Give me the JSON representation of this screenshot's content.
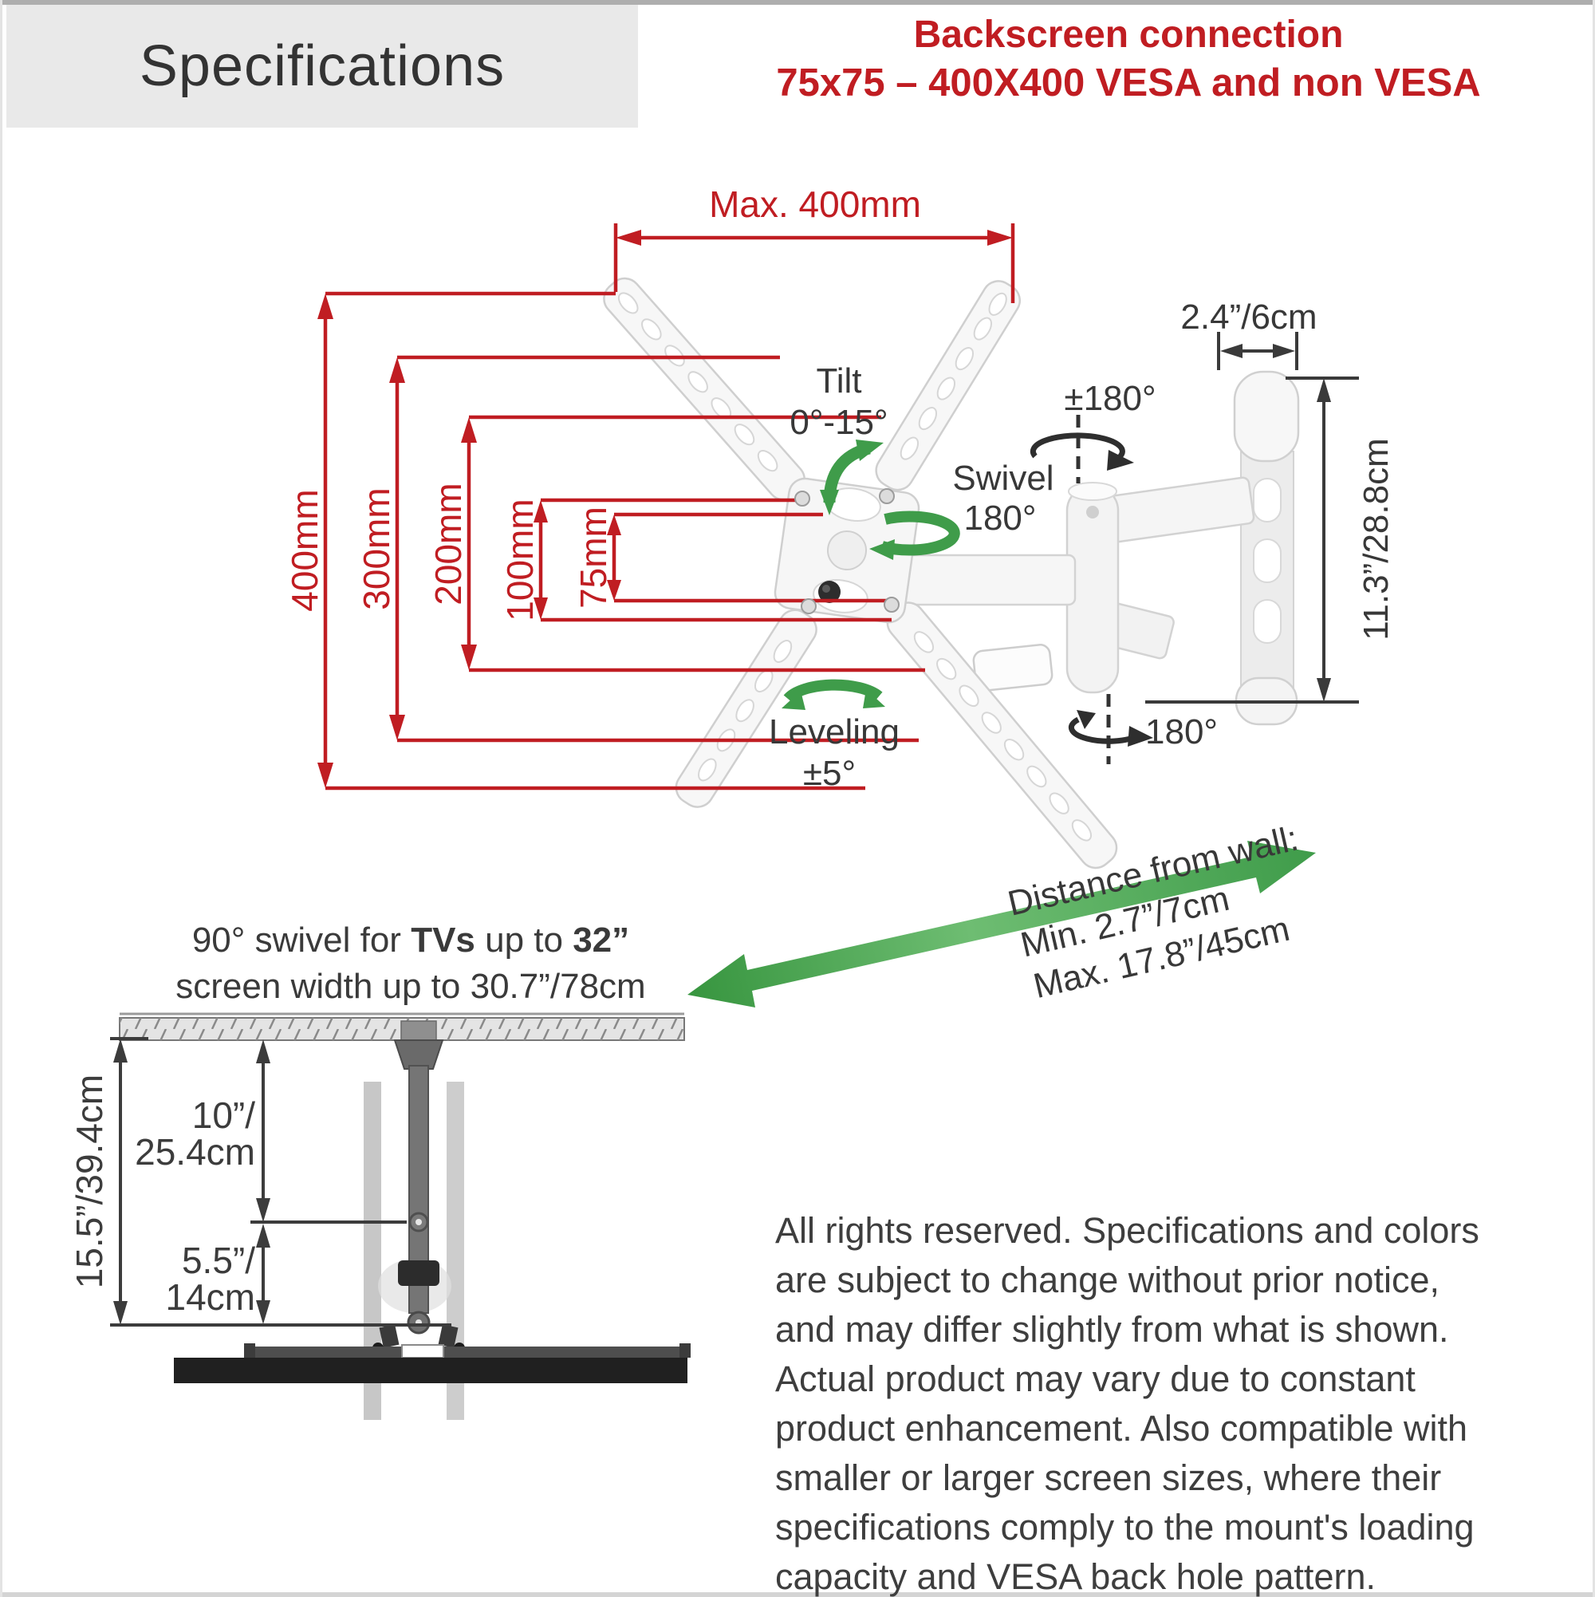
{
  "header": {
    "title": "Specifications"
  },
  "red_title": {
    "line1": "Backscreen connection",
    "line2": "75x75 – 400X400 VESA and non VESA"
  },
  "colors": {
    "accent_red": "#c01d22",
    "accent_green": "#3f9c4a",
    "text_dark": "#383838",
    "header_bg": "#e9e9e9"
  },
  "main_diagram": {
    "max_width": "Max. 400mm",
    "vesa_rows": [
      "400mm",
      "300mm",
      "200mm",
      "100mm",
      "75mm"
    ],
    "tilt_label": "Tilt",
    "tilt_range": "0°-15°",
    "swivel_label": "Swivel",
    "swivel_range": "180°",
    "arm_rotation": "±180°",
    "wall_rotation": "180°",
    "leveling_label": "Leveling",
    "leveling_range": "±5°",
    "bracket_width": "2.4”/6cm",
    "bracket_height": "11.3”/28.8cm",
    "distance_line1": "Distance from wall:",
    "distance_line2": "Min. 2.7”/7cm",
    "distance_line3": "Max. 17.8”/45cm"
  },
  "bottom_diagram": {
    "title_seg1": "90° swivel for ",
    "title_seg2": "TVs",
    "title_seg3": " up to ",
    "title_seg4": "32”",
    "title_line2": "screen width up to 30.7”/78cm",
    "total_height": "15.5”/39.4cm",
    "upper_part1": "10”/",
    "upper_part2": "25.4cm",
    "lower_part1": "5.5”/",
    "lower_part2": "14cm"
  },
  "disclaimer": {
    "lines": [
      "All rights reserved. Specifications and colors",
      "are subject to change without prior notice,",
      "and may differ slightly from what is shown.",
      "Actual product may vary due to constant",
      "product enhancement. Also compatible with",
      "smaller or larger screen sizes, where their",
      "specifications comply to the mount's loading",
      "capacity and VESA back hole pattern."
    ]
  }
}
